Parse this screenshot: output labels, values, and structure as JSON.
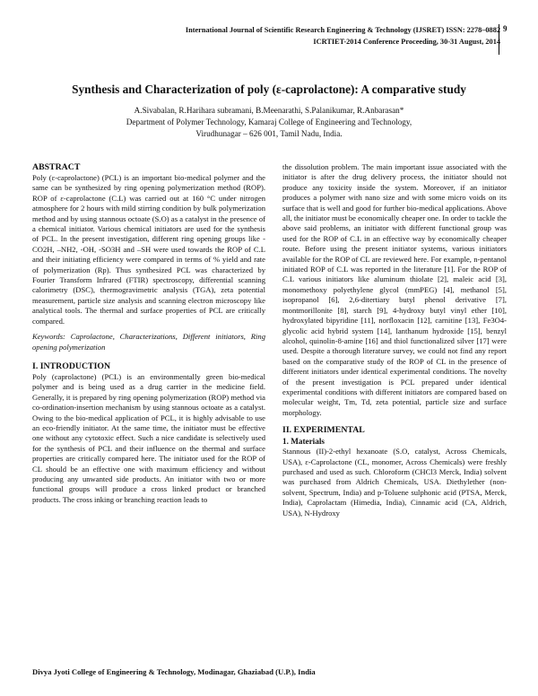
{
  "header": {
    "journal_line": "International Journal of Scientific Research Engineering & Technology (IJSRET) ISSN: 2278–0882",
    "conference_line": "ICRTIET-2014 Conference Proceeding, 30-31 August, 2014",
    "page_number": "9"
  },
  "title": "Synthesis and Characterization of poly (ε-caprolactone): A comparative study",
  "authors": {
    "names": "A.Sivabalan, R.Harihara subramani, B.Meenarathi, S.Palanikumar, R.Anbarasan*",
    "affiliation": "Department of Polymer Technology, Kamaraj College of Engineering and Technology,",
    "address": "Virudhunagar – 626 001, Tamil Nadu, India."
  },
  "abstract": {
    "heading": "ABSTRACT",
    "text": "Poly (ε-caprolactone) (PCL) is an important bio-medical polymer and the same can be synthesized by ring opening polymerization method (ROP). ROP of ε-caprolactone (C.L) was carried out at 160 °C under nitrogen atmosphere for 2 hours with mild stirring condition by bulk polymerization method and by using stannous octoate (S.O) as a catalyst in the presence of a chemical initiator. Various chemical initiators are used for the synthesis of PCL. In the present investigation, different ring opening groups like -CO2H, –NH2, -OH, -SO3H and –SH were used towards the ROP of C.L and their initiating efficiency were compared in terms of % yield and rate of polymerization (Rp). Thus synthesized PCL was characterized by Fourier Transform Infrared (FTIR) spectroscopy, differential scanning calorimetry (DSC), thermogravimetric analysis (TGA), zeta potential measurement, particle size analysis and scanning electron microscopy like analytical tools. The thermal and surface properties of PCL are critically compared.",
    "keywords": "Keywords: Caprolactone, Characterizations, Different initiators, Ring opening polymerization"
  },
  "introduction": {
    "heading": "I.  INTRODUCTION",
    "text": "Poly (caprolactone) (PCL) is an environmentally green bio-medical polymer and is being used as a drug carrier in the medicine field. Generally, it is prepared by ring opening polymerization (ROP) method via co-ordination-insertion mechanism by using stannous octoate as a catalyst. Owing to the bio-medical application of PCL, it is highly advisable to use an eco-friendly initiator. At the same time, the initiator must be effective one without any cytotoxic effect. Such a nice candidate is selectively used for the synthesis of PCL and their influence on the thermal and surface properties are critically compared here. The initiator used for the ROP of CL should be an effective one with maximum efficiency and without producing any unwanted side products. An initiator with two or more functional groups will produce a cross linked product or branched products. The cross inking or branching reaction leads to",
    "text_cont": "the dissolution problem. The main important issue associated with the initiator is after the drug delivery process, the initiator should not produce any toxicity inside the system. Moreover, if an initiator produces a polymer with nano size and with some micro voids on its surface that is well and good for further bio-medical applications. Above all, the initiator must be economically cheaper one. In order to tackle the above said problems, an initiator with different functional group was used for the ROP of C.L in an effective way by economically cheaper route. Before using the present initiator systems, various initiators available for the ROP of CL are reviewed here. For example, n-pentanol initiated ROP of C.L was reported in the literature [1]. For the ROP of C.L various initiators like aluminum thiolate [2], maleic acid [3], monomethoxy polyethylene glycol (mmPEG) [4], methanol [5], isopropanol [6], 2,6-ditertiary butyl phenol derivative [7], montmorillonite [8], starch [9], 4-hydroxy butyl vinyl ether [10], hydroxylated bipyridine [11], norfloxacin [12], carnitine [13], Fe3O4-glycolic acid hybrid system [14], lanthanum hydroxide [15], benzyl alcohol, quinolin-8-amine [16] and thiol functionalized silver [17] were used. Despite a thorough literature survey, we could not find any report based on the comparative study of the ROP of CL in the presence of different initiators under identical experimental conditions. The novelty of the present investigation is PCL prepared under identical experimental conditions with different initiators are compared based on molecular weight, Tm, Td, zeta potential, particle size and surface morphology."
  },
  "experimental": {
    "heading": "II. EXPERIMENTAL",
    "subheading": "1.  Materials",
    "text": "Stannous (II)-2-ethyl hexanoate (S.O, catalyst, Across Chemicals, USA), ε-Caprolactone (CL, monomer, Across Chemicals) were freshly  purchased and used as such. Chloroform (CHCl3 Merck, India) solvent was purchased from Aldrich Chemicals, USA. Diethylether (non-solvent, Spectrum, India) and p-Toluene sulphonic acid (PTSA, Merck, India), Caprolactam (Himedia, India), Cinnamic acid (CA, Aldrich, USA), N-Hydroxy"
  },
  "footer": "Divya Jyoti College of Engineering & Technology, Modinagar, Ghaziabad (U.P.), India"
}
